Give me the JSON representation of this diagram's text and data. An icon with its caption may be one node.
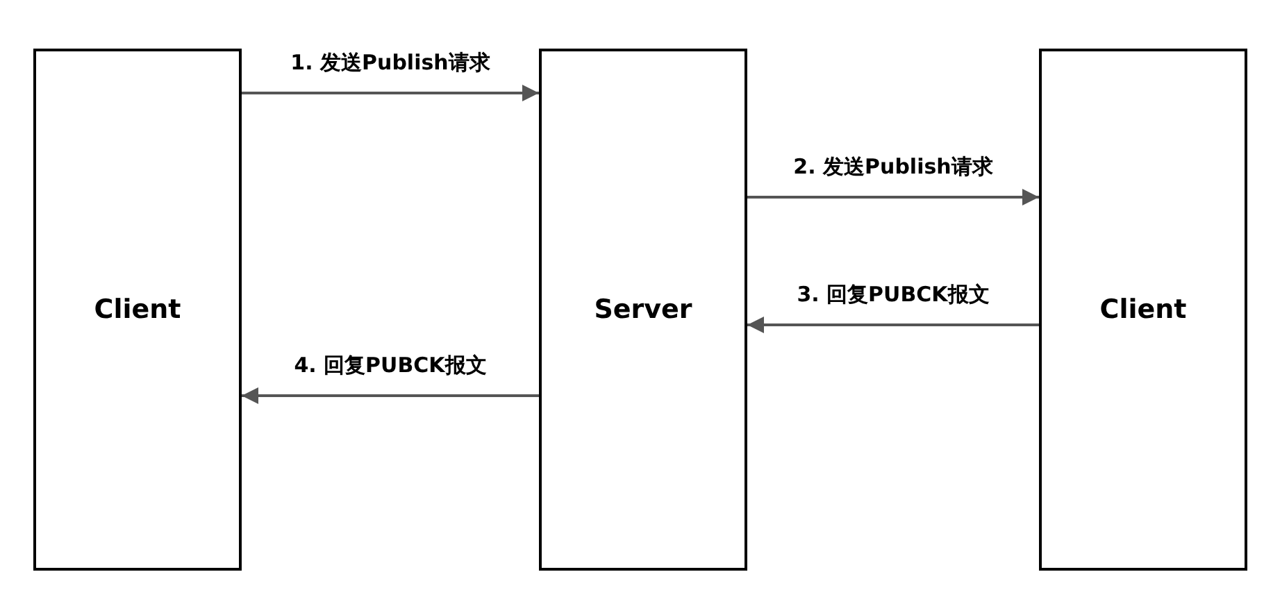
{
  "diagram": {
    "nodes": [
      {
        "text": [
          "Client"
        ]
      },
      {
        "text": [
          "Server"
        ]
      },
      {
        "text": [
          "Client"
        ]
      }
    ],
    "edges": [
      {
        "from": 0,
        "to": 1,
        "arrow": "to",
        "label": "1. 发送Publish请求"
      },
      {
        "from": 1,
        "to": 2,
        "arrow": "to",
        "label": "2. 发送Publish请求"
      },
      {
        "from": 2,
        "to": 1,
        "arrow": "to",
        "label": "3. 回复PUBCK报文"
      },
      {
        "from": 1,
        "to": 0,
        "arrow": "to",
        "label": "4. 回复PUBCK报文"
      }
    ]
  }
}
